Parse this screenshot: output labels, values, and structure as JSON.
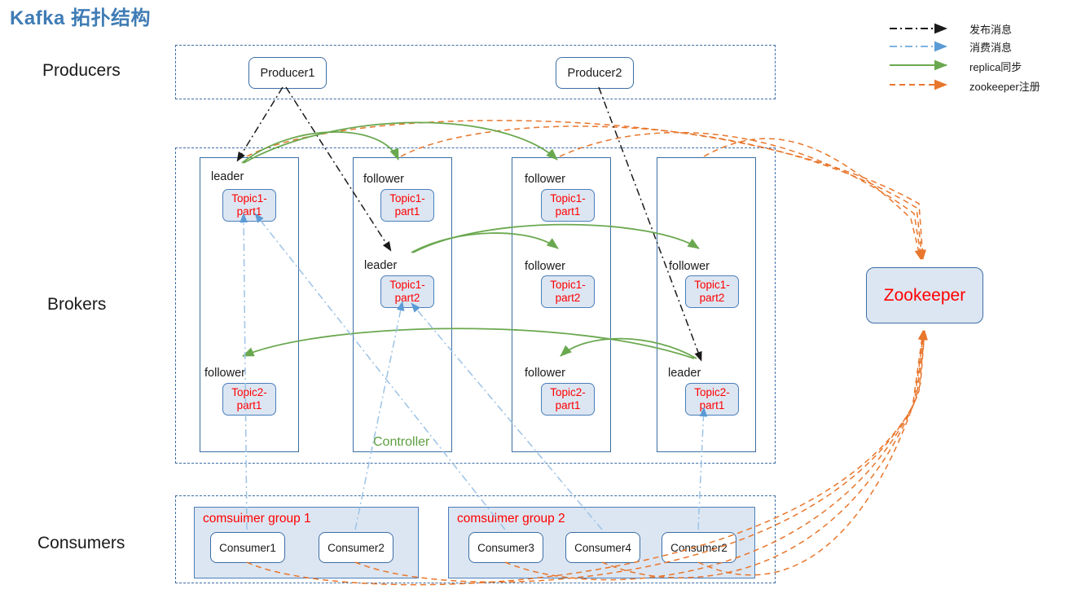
{
  "title": "Kafka 拓扑结构",
  "sections": {
    "producers_label": "Producers",
    "brokers_label": "Brokers",
    "consumers_label": "Consumers"
  },
  "legend": {
    "items": [
      {
        "label": "发布消息",
        "style": "black-dashdot-arrow",
        "color": "#1a1a1a"
      },
      {
        "label": "消费消息",
        "style": "blue-dashdot-arrow",
        "color": "#6fa8dc"
      },
      {
        "label": "replica同步",
        "style": "green-solid-arrow",
        "color": "#6aa84f"
      },
      {
        "label": "zookeeper注册",
        "style": "orange-dashed-arrow",
        "color": "#e8762c"
      }
    ]
  },
  "producers": [
    {
      "id": "producer-1",
      "label": "Producer1"
    },
    {
      "id": "producer-2",
      "label": "Producer2"
    }
  ],
  "brokers": [
    {
      "id": "broker-1",
      "controller": false,
      "slots": [
        {
          "role": "leader",
          "partition": {
            "line1": "Topic1-",
            "line2": "part1"
          }
        },
        {
          "role": "",
          "partition": null
        },
        {
          "role": "follower",
          "partition": {
            "line1": "Topic2-",
            "line2": "part1"
          }
        }
      ]
    },
    {
      "id": "broker-2",
      "controller": true,
      "controller_label": "Controller",
      "slots": [
        {
          "role": "follower",
          "partition": {
            "line1": "Topic1-",
            "line2": "part1"
          }
        },
        {
          "role": "leader",
          "partition": {
            "line1": "Topic1-",
            "line2": "part2"
          }
        },
        {
          "role": "",
          "partition": null
        }
      ]
    },
    {
      "id": "broker-3",
      "controller": false,
      "slots": [
        {
          "role": "follower",
          "partition": {
            "line1": "Topic1-",
            "line2": "part1"
          }
        },
        {
          "role": "follower",
          "partition": {
            "line1": "Topic1-",
            "line2": "part2"
          }
        },
        {
          "role": "follower",
          "partition": {
            "line1": "Topic2-",
            "line2": "part1"
          }
        }
      ]
    },
    {
      "id": "broker-4",
      "controller": false,
      "slots": [
        {
          "role": "",
          "partition": null
        },
        {
          "role": "follower",
          "partition": {
            "line1": "Topic1-",
            "line2": "part2"
          }
        },
        {
          "role": "leader",
          "partition": {
            "line1": "Topic2-",
            "line2": "part1"
          }
        }
      ]
    }
  ],
  "consumer_groups": [
    {
      "id": "cgroup-1",
      "title": "comsuimer group 1",
      "consumers": [
        {
          "id": "consumer-1",
          "label": "Consumer1"
        },
        {
          "id": "consumer-2",
          "label": "Consumer2"
        }
      ]
    },
    {
      "id": "cgroup-2",
      "title": "comsuimer group 2",
      "consumers": [
        {
          "id": "consumer-3",
          "label": "Consumer3"
        },
        {
          "id": "consumer-4",
          "label": "Consumer4"
        },
        {
          "id": "consumer-5",
          "label": "Consumer2"
        }
      ]
    }
  ],
  "zookeeper": {
    "label": "Zookeeper"
  },
  "colors": {
    "title": "#3f7cb5",
    "box_border": "#3c6ea5",
    "partition_fill": "#dce6f2",
    "partition_text": "#ff0000",
    "group_fill": "#dce6f2",
    "group_title": "#ff0000",
    "publish_line": "#1a1a1a",
    "consume_line": "#6fa8dc",
    "replica_line": "#6aa84f",
    "zookeeper_line": "#e8762c",
    "controller_text": "#5d9e3f"
  }
}
